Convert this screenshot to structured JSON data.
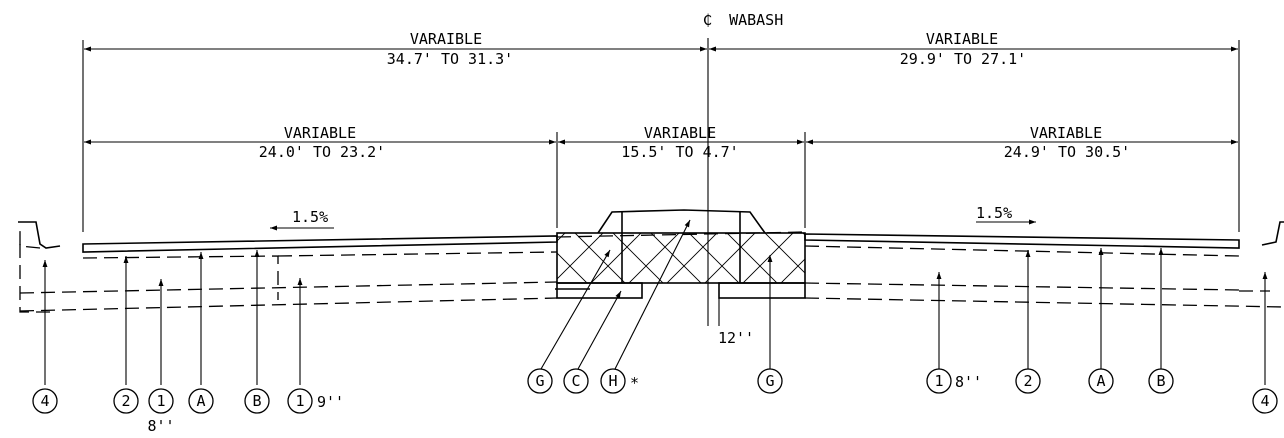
{
  "centerline": {
    "symbol": "₵",
    "name": "WABASH"
  },
  "dimensions": {
    "overall_left": {
      "label": "VARAIBLE",
      "value": "34.7' TO 31.3'"
    },
    "overall_right": {
      "label": "VARIABLE",
      "value": "29.9' TO 27.1'"
    },
    "lane_left": {
      "label": "VARIABLE",
      "value": "24.0' TO 23.2'"
    },
    "median": {
      "label": "VARIABLE",
      "value": "15.5' TO 4.7'"
    },
    "lane_right": {
      "label": "VARIABLE",
      "value": "24.9' TO 30.5'"
    },
    "offset": {
      "value": "12''"
    }
  },
  "slopes": {
    "left": "1.5%",
    "right": "1.5%"
  },
  "callouts": [
    {
      "id": "4",
      "note": ""
    },
    {
      "id": "2",
      "note": ""
    },
    {
      "id": "1",
      "note": "8''"
    },
    {
      "id": "A",
      "note": ""
    },
    {
      "id": "B",
      "note": ""
    },
    {
      "id": "1",
      "note": "9''"
    },
    {
      "id": "G",
      "note": ""
    },
    {
      "id": "C",
      "note": ""
    },
    {
      "id": "H",
      "note": "*"
    },
    {
      "id": "G",
      "note": ""
    },
    {
      "id": "1",
      "note": "8''"
    },
    {
      "id": "2",
      "note": ""
    },
    {
      "id": "A",
      "note": ""
    },
    {
      "id": "B",
      "note": ""
    },
    {
      "id": "4",
      "note": ""
    }
  ]
}
